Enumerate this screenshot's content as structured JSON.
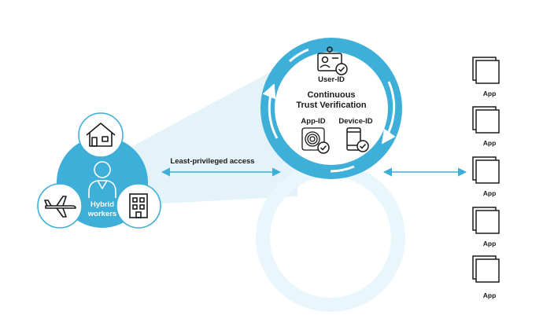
{
  "colors": {
    "accent": "#3dafd9",
    "accent_light": "#e9f6fb",
    "beam": "#dff1f9",
    "stroke": "#1a1a1a"
  },
  "hybrid": {
    "label_line1": "Hybrid",
    "label_line2": "workers",
    "icons": [
      "house-icon",
      "airplane-icon",
      "office-building-icon",
      "worker-person-icon"
    ]
  },
  "access": {
    "label": "Least-privileged access"
  },
  "ctv": {
    "title_line1": "Continuous",
    "title_line2": "Trust Verification",
    "user_id": "User-ID",
    "app_id": "App-ID",
    "device_id": "Device-ID"
  },
  "apps": [
    {
      "label": "App"
    },
    {
      "label": "App"
    },
    {
      "label": "App"
    },
    {
      "label": "App"
    },
    {
      "label": "App"
    }
  ]
}
